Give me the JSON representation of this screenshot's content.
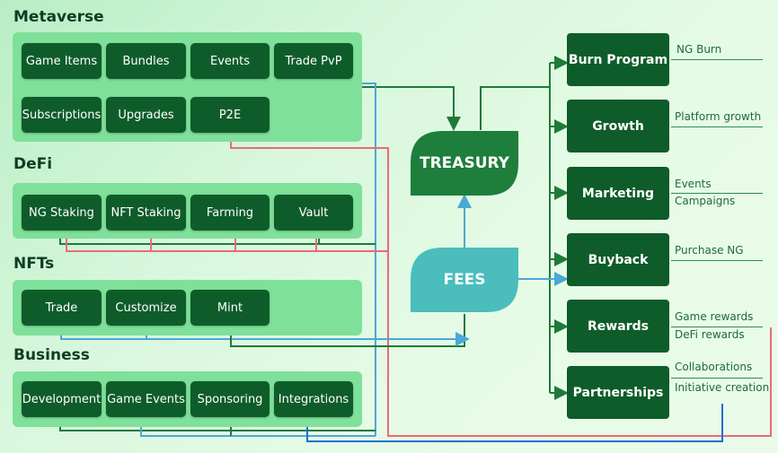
{
  "groups": [
    {
      "heading": "Metaverse",
      "items": [
        "Game Items",
        "Bundles",
        "Events",
        "Trade PvP",
        "Subscriptions",
        "Upgrades",
        "P2E"
      ]
    },
    {
      "heading": "DeFi",
      "items": [
        "NG Staking",
        "NFT Staking",
        "Farming",
        "Vault"
      ]
    },
    {
      "heading": "NFTs",
      "items": [
        "Trade",
        "Customize",
        "Mint"
      ]
    },
    {
      "heading": "Business",
      "items": [
        "Development",
        "Game Events",
        "Sponsoring",
        "Integrations"
      ]
    }
  ],
  "center": {
    "treasury": "TREASURY",
    "fees": "FEES"
  },
  "outputs": [
    {
      "label": "Burn Program",
      "notes": [
        "NG Burn"
      ]
    },
    {
      "label": "Growth",
      "notes": [
        "Platform growth"
      ]
    },
    {
      "label": "Marketing",
      "notes": [
        "Events",
        "Campaigns"
      ]
    },
    {
      "label": "Buyback",
      "notes": [
        "Purchase NG"
      ]
    },
    {
      "label": "Rewards",
      "notes": [
        "Game rewards",
        "DeFi rewards"
      ]
    },
    {
      "label": "Partnerships",
      "notes": [
        "Collaborations",
        "Initiative creation"
      ]
    }
  ],
  "colors": {
    "green_flow": "#1f7a3a",
    "blue_flow": "#4aa8d6",
    "red_flow": "#ea6a7a",
    "teal": "#4bbdbd",
    "dark_green": "#0f5c2b"
  }
}
